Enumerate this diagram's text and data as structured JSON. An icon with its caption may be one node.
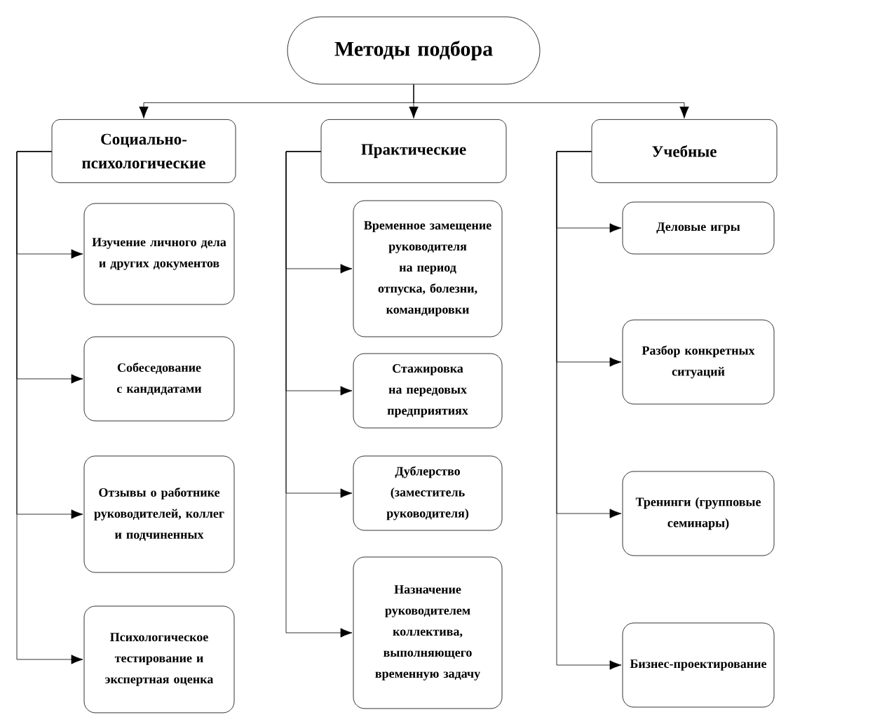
{
  "diagram": {
    "nodes": [
      {
        "text": [
          "Методы подбора"
        ]
      },
      {
        "text": [
          "Социально-психологические"
        ]
      },
      {
        "text": [
          "Практические"
        ]
      },
      {
        "text": [
          "Учебные"
        ]
      },
      {
        "text": [
          "Изучение личного дела и других документов"
        ]
      },
      {
        "text": [
          "Собеседование с кандидатами"
        ]
      },
      {
        "text": [
          "Отзывы о работнике руководителей, коллег и подчиненных"
        ]
      },
      {
        "text": [
          "Психологическое тестирование и экспертная оценка"
        ]
      },
      {
        "text": [
          "Временное замещение руководителя на период отпуска, болезни, командировки"
        ]
      },
      {
        "text": [
          "Стажировка на передовых предприятиях"
        ]
      },
      {
        "text": [
          "Дублерство (заместитель руководителя)"
        ]
      },
      {
        "text": [
          "Назначение руководителем коллектива, выполняющего временную задачу"
        ]
      },
      {
        "text": [
          "Деловые игры"
        ]
      },
      {
        "text": [
          "Разбор конкретных ситуаций"
        ]
      },
      {
        "text": [
          "Тренинги (групповые семинары)"
        ]
      },
      {
        "text": [
          "Бизнес-проектирование"
        ]
      }
    ],
    "edges": [
      {
        "from": 0,
        "to": 1,
        "arrow": "to"
      },
      {
        "from": 0,
        "to": 2,
        "arrow": "to"
      },
      {
        "from": 0,
        "to": 3,
        "arrow": "to"
      },
      {
        "from": 1,
        "to": 4,
        "arrow": "to"
      },
      {
        "from": 1,
        "to": 5,
        "arrow": "to"
      },
      {
        "from": 1,
        "to": 6,
        "arrow": "to"
      },
      {
        "from": 1,
        "to": 7,
        "arrow": "to"
      },
      {
        "from": 2,
        "to": 8,
        "arrow": "to"
      },
      {
        "from": 2,
        "to": 9,
        "arrow": "to"
      },
      {
        "from": 2,
        "to": 10,
        "arrow": "to"
      },
      {
        "from": 2,
        "to": 11,
        "arrow": "to"
      },
      {
        "from": 3,
        "to": 12,
        "arrow": "to"
      },
      {
        "from": 3,
        "to": 13,
        "arrow": "to"
      },
      {
        "from": 3,
        "to": 14,
        "arrow": "to"
      },
      {
        "from": 3,
        "to": 15,
        "arrow": "to"
      }
    ]
  }
}
